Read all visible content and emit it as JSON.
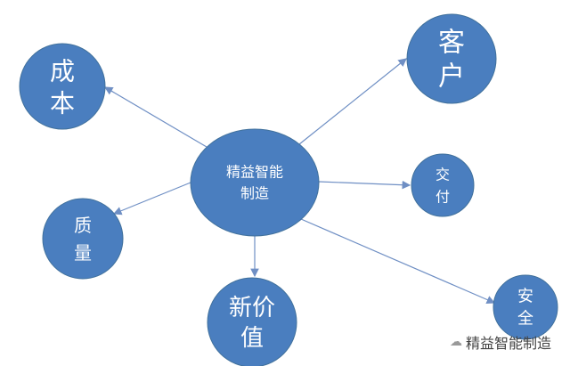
{
  "diagram": {
    "center": {
      "lines": [
        "精益智能",
        "制造"
      ]
    },
    "nodes": [
      {
        "id": "cost",
        "lines": [
          "成",
          "本"
        ]
      },
      {
        "id": "customer",
        "lines": [
          "客",
          "户"
        ]
      },
      {
        "id": "delivery",
        "lines": [
          "交",
          "付"
        ]
      },
      {
        "id": "quality",
        "lines": [
          "质",
          "量"
        ]
      },
      {
        "id": "new-value",
        "lines": [
          "新价",
          "值"
        ]
      },
      {
        "id": "safety",
        "lines": [
          "安",
          "全"
        ]
      }
    ],
    "colors": {
      "node": "#4a7ebf",
      "edge": "#6f8fc4"
    }
  },
  "watermark": {
    "text": "精益智能制造",
    "icon": "wechat-icon"
  }
}
